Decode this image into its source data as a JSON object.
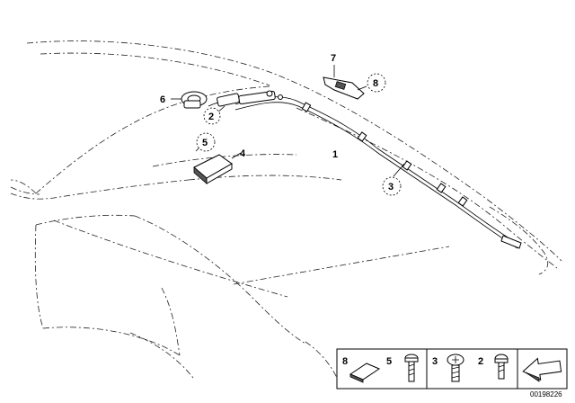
{
  "callouts": {
    "c1": "1",
    "c2": "2",
    "c3": "3",
    "c4": "4",
    "c5": "5",
    "c6": "6",
    "c7": "7",
    "c8": "8"
  },
  "legend": {
    "l8": "8",
    "l5": "5",
    "l3": "3",
    "l2": "2"
  },
  "doc_number": "00198226"
}
